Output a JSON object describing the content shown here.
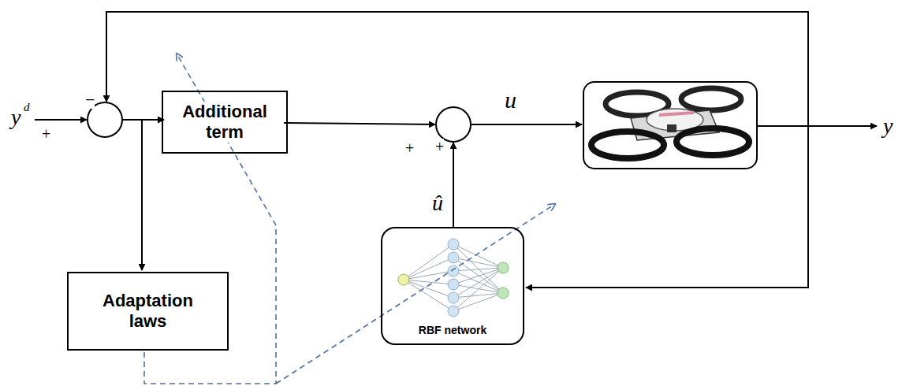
{
  "diagram": {
    "nodes": [
      {
        "text": [
          "Additional term"
        ]
      },
      {
        "text": [
          "Adaptation laws"
        ]
      },
      {
        "text": [
          "RBF network"
        ]
      }
    ],
    "labels": [
      "y",
      "d",
      "+",
      "−",
      "u",
      "+",
      "+",
      "û",
      "y"
    ]
  }
}
